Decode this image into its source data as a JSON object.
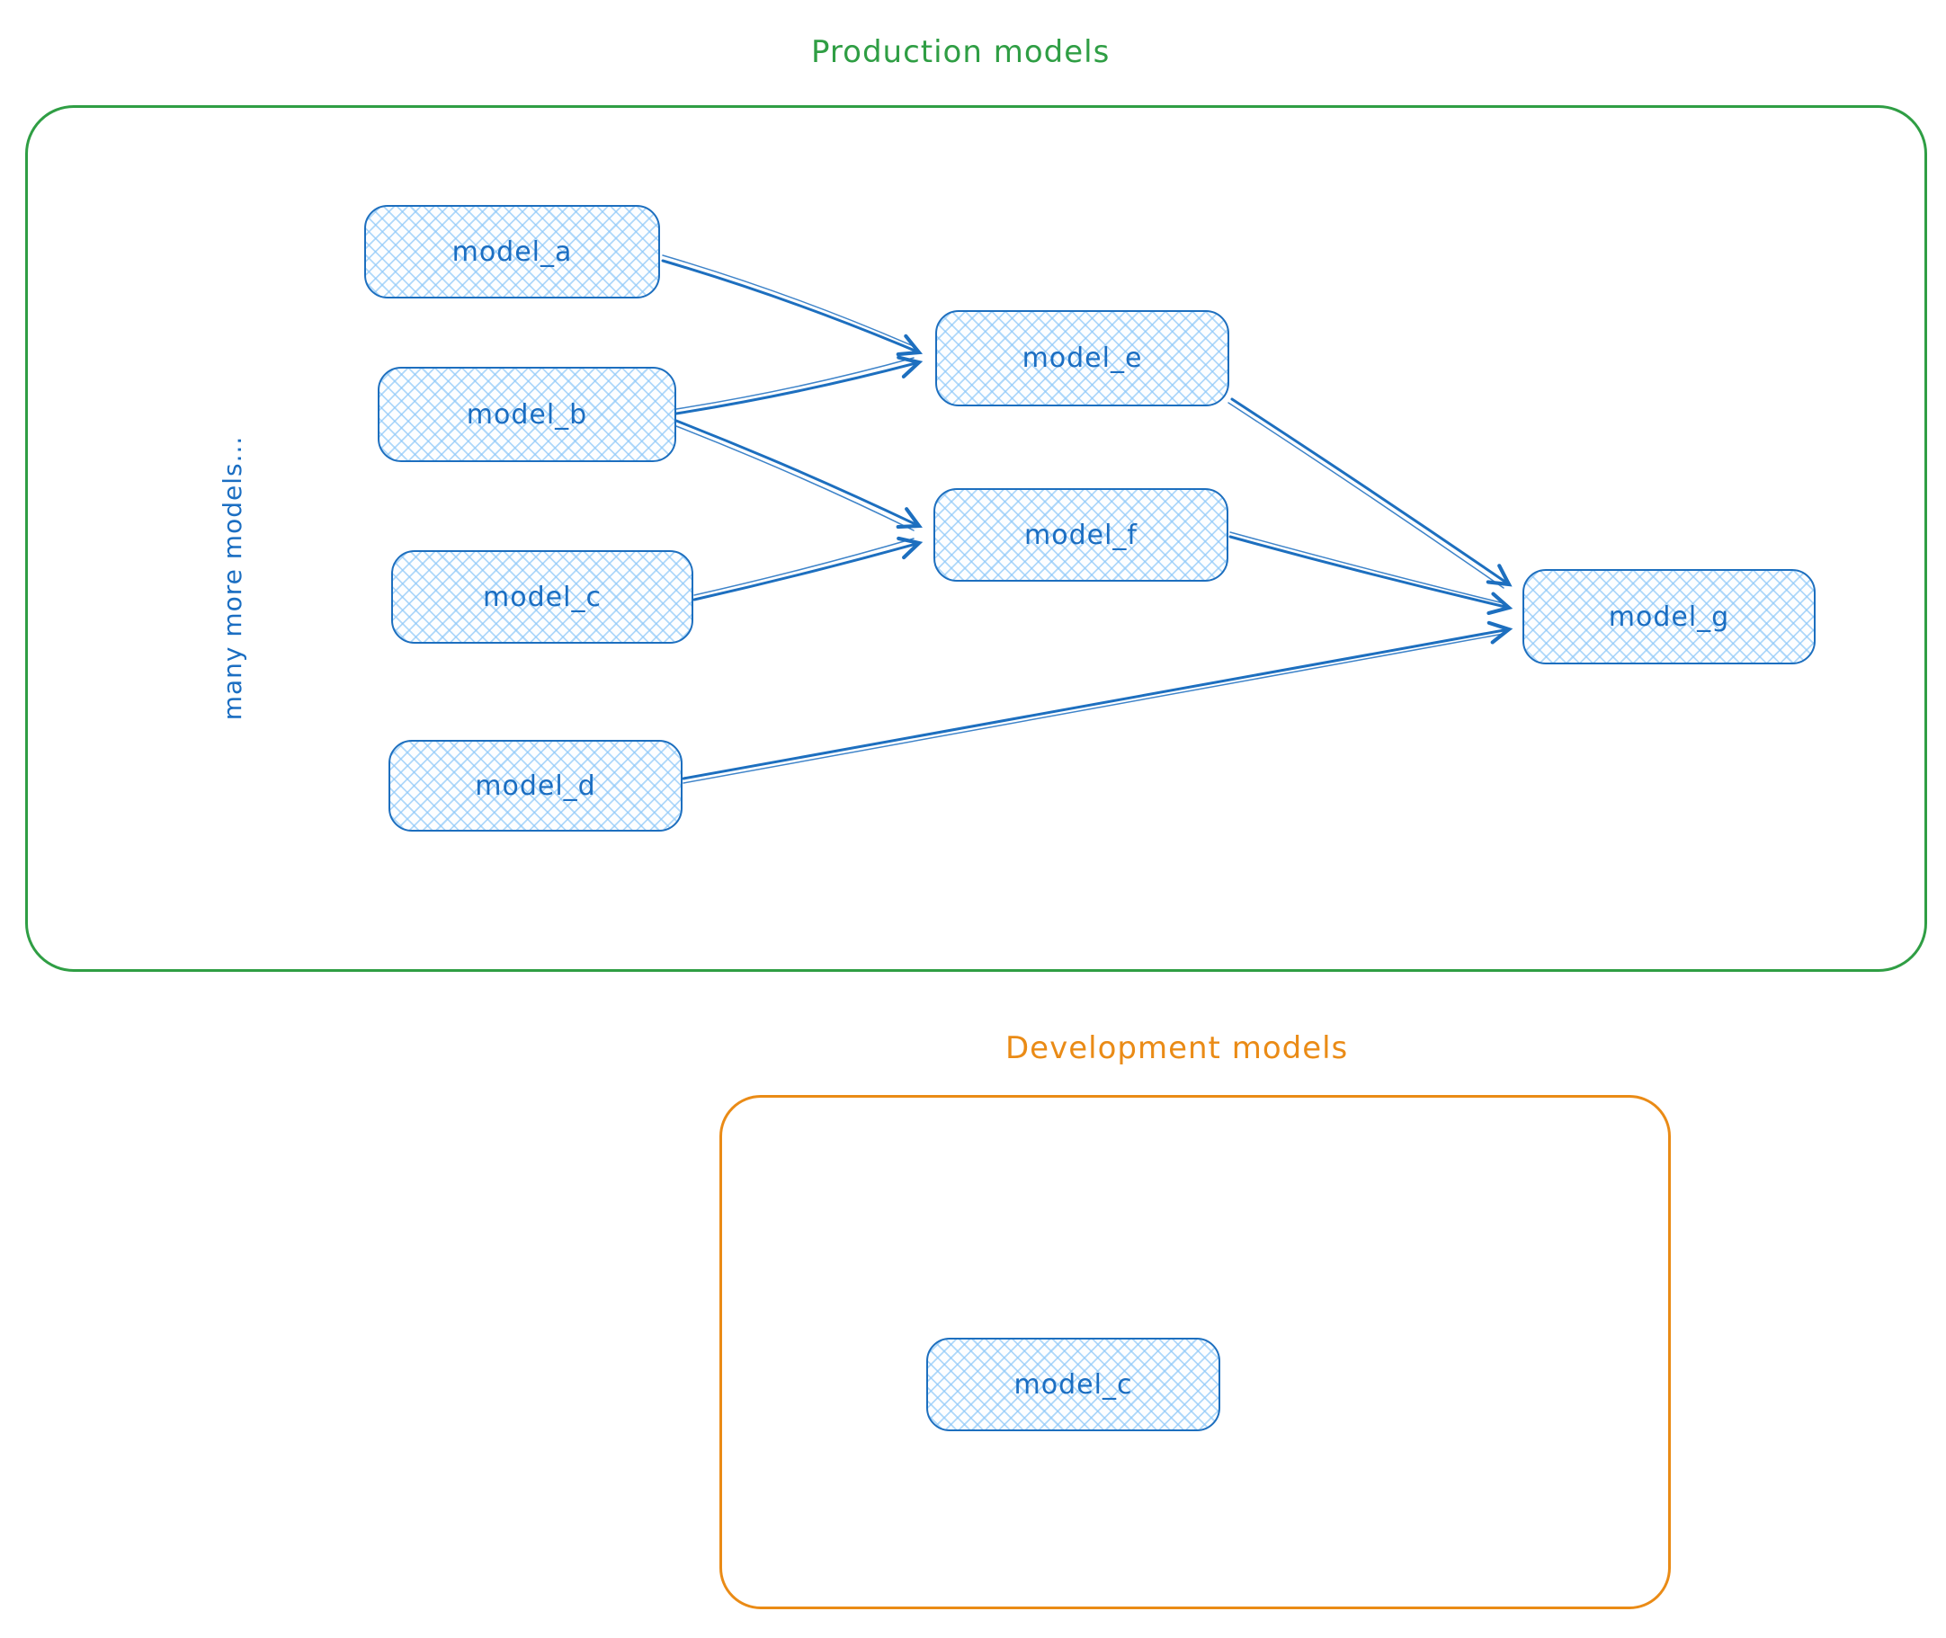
{
  "production": {
    "title": "Production models",
    "accent_color": "#2f9e44",
    "side_note": "many more models...",
    "nodes": [
      {
        "id": "model_a",
        "label": "model_a"
      },
      {
        "id": "model_b",
        "label": "model_b"
      },
      {
        "id": "model_c",
        "label": "model_c"
      },
      {
        "id": "model_d",
        "label": "model_d"
      },
      {
        "id": "model_e",
        "label": "model_e"
      },
      {
        "id": "model_f",
        "label": "model_f"
      },
      {
        "id": "model_g",
        "label": "model_g"
      }
    ],
    "edges": [
      {
        "from": "model_a",
        "to": "model_e"
      },
      {
        "from": "model_b",
        "to": "model_e"
      },
      {
        "from": "model_b",
        "to": "model_f"
      },
      {
        "from": "model_c",
        "to": "model_f"
      },
      {
        "from": "model_e",
        "to": "model_g"
      },
      {
        "from": "model_f",
        "to": "model_g"
      },
      {
        "from": "model_d",
        "to": "model_g"
      }
    ]
  },
  "development": {
    "title": "Development models",
    "accent_color": "#ea8b16",
    "nodes": [
      {
        "id": "model_c_dev",
        "label": "model_c"
      }
    ]
  },
  "colors": {
    "node_stroke": "#1d6fbf",
    "node_text": "#1b6ec2",
    "node_fill_hatch": "#8ec8f8",
    "arrow": "#1d6fbf"
  }
}
